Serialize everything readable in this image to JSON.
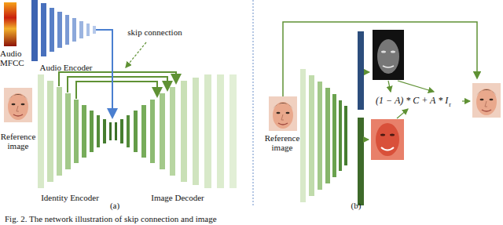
{
  "diagram": {
    "caption": "Fig. 2. The network illustration of skip connection and image",
    "labels": [
      "Audio MFCC",
      "Audio Encoder",
      "skip connection",
      "Reference image",
      "Identity Encoder",
      "Image Decoder",
      "(a)",
      "Reference image",
      "(1 − A) * C + A * I",
      "r",
      "(b)"
    ]
  }
}
